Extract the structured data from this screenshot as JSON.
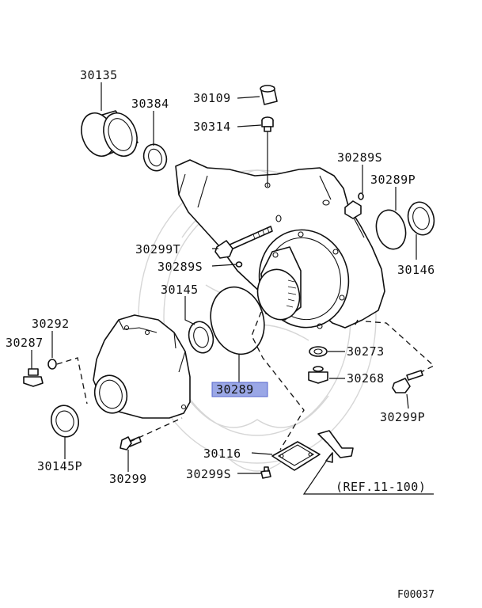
{
  "diagram_code": "F00037",
  "highlight_color": "#9aa7e6",
  "reference_note": "(REF.11-100)",
  "parts": [
    {
      "id": "p30135",
      "label": "30135",
      "highlighted": false
    },
    {
      "id": "p30384",
      "label": "30384",
      "highlighted": false
    },
    {
      "id": "p30109",
      "label": "30109",
      "highlighted": false
    },
    {
      "id": "p30314",
      "label": "30314",
      "highlighted": false
    },
    {
      "id": "p30289S_top",
      "label": "30289S",
      "highlighted": false
    },
    {
      "id": "p30289P",
      "label": "30289P",
      "highlighted": false
    },
    {
      "id": "p30146",
      "label": "30146",
      "highlighted": false
    },
    {
      "id": "p30299T",
      "label": "30299T",
      "highlighted": false
    },
    {
      "id": "p30289S_mid",
      "label": "30289S",
      "highlighted": false
    },
    {
      "id": "p30145",
      "label": "30145",
      "highlighted": false
    },
    {
      "id": "p30292",
      "label": "30292",
      "highlighted": false
    },
    {
      "id": "p30287",
      "label": "30287",
      "highlighted": false
    },
    {
      "id": "p30273",
      "label": "30273",
      "highlighted": false
    },
    {
      "id": "p30268",
      "label": "30268",
      "highlighted": false
    },
    {
      "id": "p30289",
      "label": "30289",
      "highlighted": true
    },
    {
      "id": "p30299P",
      "label": "30299P",
      "highlighted": false
    },
    {
      "id": "p30145P",
      "label": "30145P",
      "highlighted": false
    },
    {
      "id": "p30299",
      "label": "30299",
      "highlighted": false
    },
    {
      "id": "p30116",
      "label": "30116",
      "highlighted": false
    },
    {
      "id": "p30299S_bot",
      "label": "30299S",
      "highlighted": false
    }
  ]
}
